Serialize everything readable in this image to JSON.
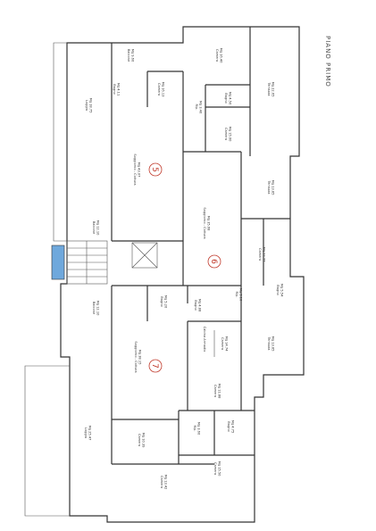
{
  "heading": "PIANO PRIMO",
  "units": {
    "u5": "5",
    "u6": "6",
    "u7": "7"
  },
  "rooms": {
    "balcone_top": [
      "Balcone",
      "Mq 9.60"
    ],
    "camera_a": [
      "Camera",
      "Mq 16.40"
    ],
    "terrazza_a": [
      "Terrazza",
      "Mq 22.65"
    ],
    "bagno_a": [
      "Bagno",
      "Mq 4.11"
    ],
    "camera_b": [
      "Camera",
      "Mq 16.13"
    ],
    "bagno_b": [
      "Bagno",
      "Mq 4.50"
    ],
    "rip_a": [
      "Rip.",
      "Mq 3.40"
    ],
    "camera_c": [
      "Camera",
      "Mq 15.00"
    ],
    "loggia_top": [
      "Loggia",
      "Mq 18.75"
    ],
    "sogg5": [
      "Soggiorno - Cottura",
      "Mq 43.07"
    ],
    "terrazza_b": [
      "Terrazza",
      "Mq 13.85"
    ],
    "sogg6": [
      "Soggiorno - Cottura",
      "Mq 35.68"
    ],
    "balcone_mid": [
      "Balcone",
      "Mq 12.10"
    ],
    "camera_d": [
      "Camera",
      "Mq 12.77"
    ],
    "bagno_c": [
      "Bagno",
      "Mq 5.54"
    ],
    "bagno_d": [
      "Bagno",
      "Mq 5.20"
    ],
    "bagno_e": [
      "Bagno",
      "Mq 4.88"
    ],
    "rip_b": [
      "Rip.",
      "Mq 3.10"
    ],
    "balcone_low": [
      "Balcone",
      "Mq 12.10"
    ],
    "camera_e": [
      "Camera",
      "Mq 14.74"
    ],
    "cabina": [
      "Cabina Armadio",
      ""
    ],
    "terrazza_c": [
      "Terrazza",
      "Mq 13.85"
    ],
    "sogg7": [
      "Soggiorno - Cottura",
      "Mq 38.15"
    ],
    "camera_f": [
      "Camera",
      "Mq 11.88"
    ],
    "bagno_f": [
      "Bagno",
      "Mq 4.75"
    ],
    "rip_c": [
      "Rip.",
      "Mq 3.60"
    ],
    "loggia_low": [
      "Loggia",
      "Mq 25.47"
    ],
    "camera_g": [
      "Camera",
      "Mq 10.39"
    ],
    "camera_h": [
      "Camera",
      "Mq 13.42"
    ],
    "camera_i": [
      "Camera",
      "Mq 15.50"
    ]
  }
}
